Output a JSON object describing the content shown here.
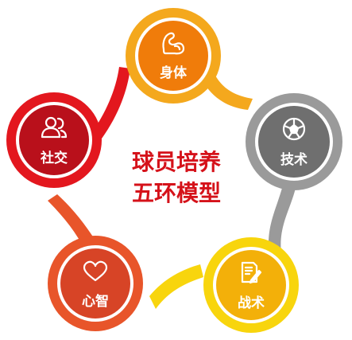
{
  "center": {
    "line1": "球员培养",
    "line2": "五环模型",
    "color": "#d5121a"
  },
  "nodes": [
    {
      "id": "body",
      "label": "身体",
      "icon": "flexed-arm-icon",
      "ring_color": "#f4a81d",
      "inner_color": "#f07c0a"
    },
    {
      "id": "skill",
      "label": "技术",
      "icon": "soccer-ball-icon",
      "ring_color": "#9a9a9a",
      "inner_color": "#6f6f6f"
    },
    {
      "id": "tactics",
      "label": "战术",
      "icon": "tactics-board-icon",
      "ring_color": "#f8d50d",
      "inner_color": "#f3b009"
    },
    {
      "id": "mind",
      "label": "心智",
      "icon": "heart-icon",
      "ring_color": "#e8552a",
      "inner_color": "#d74426"
    },
    {
      "id": "social",
      "label": "社交",
      "icon": "people-icon",
      "ring_color": "#e3171e",
      "inner_color": "#b9101b"
    }
  ]
}
